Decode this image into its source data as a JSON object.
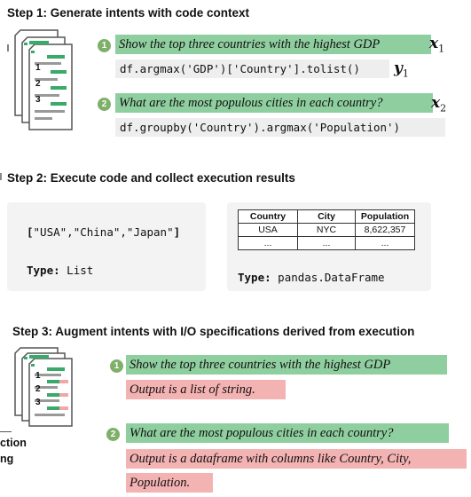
{
  "step1": {
    "title": "Step 1: Generate intents with code context",
    "items": [
      {
        "num": "1",
        "intent": "Show the top three countries with the highest GDP",
        "x_var": "x",
        "x_sub": "1",
        "code": "df.argmax('GDP')['Country'].tolist()",
        "y_var": "y",
        "y_sub": "1"
      },
      {
        "num": "2",
        "intent": "What are the most populous cities in each country?",
        "x_var": "x",
        "x_sub": "2",
        "code": "df.groupby('Country').argmax('Population')"
      }
    ],
    "doc_numbers": [
      "1",
      "2",
      "3"
    ]
  },
  "step2": {
    "title": "Step 2: Execute code and collect execution results",
    "list_result": {
      "open": "[",
      "values": [
        "\"USA\"",
        "\"China\"",
        "\"Japan\""
      ],
      "sep": ",",
      "close": "]",
      "type_label": "Type:",
      "type_value": "List"
    },
    "df_result": {
      "headers": [
        "Country",
        "City",
        "Population"
      ],
      "rows": [
        [
          "USA",
          "NYC",
          "8,622,357"
        ],
        [
          "...",
          "...",
          "..."
        ]
      ],
      "type_label": "Type:",
      "type_value": "pandas.DataFrame"
    }
  },
  "step3": {
    "title": "Step 3: Augment intents with I/O specifications derived from execution",
    "items": [
      {
        "num": "1",
        "intent": "Show the top three countries with the highest GDP",
        "spec": "Output is a list of string."
      },
      {
        "num": "2",
        "intent": "What are the most populous cities in each country?",
        "spec_line1": "Output is a dataframe with columns like Country, City,",
        "spec_line2": "Population."
      }
    ],
    "doc_numbers": [
      "1",
      "2",
      "3"
    ],
    "edge_text_line1": "ction",
    "edge_text_line2": "ng"
  },
  "colors": {
    "green": "#8fcf9f",
    "pink": "#f4b3b3",
    "badge": "#7fb069",
    "code_bg": "#eeeeee",
    "doc_green": "#3aaa6a",
    "doc_gray": "#999999",
    "doc_pink": "#f4a6a6"
  }
}
